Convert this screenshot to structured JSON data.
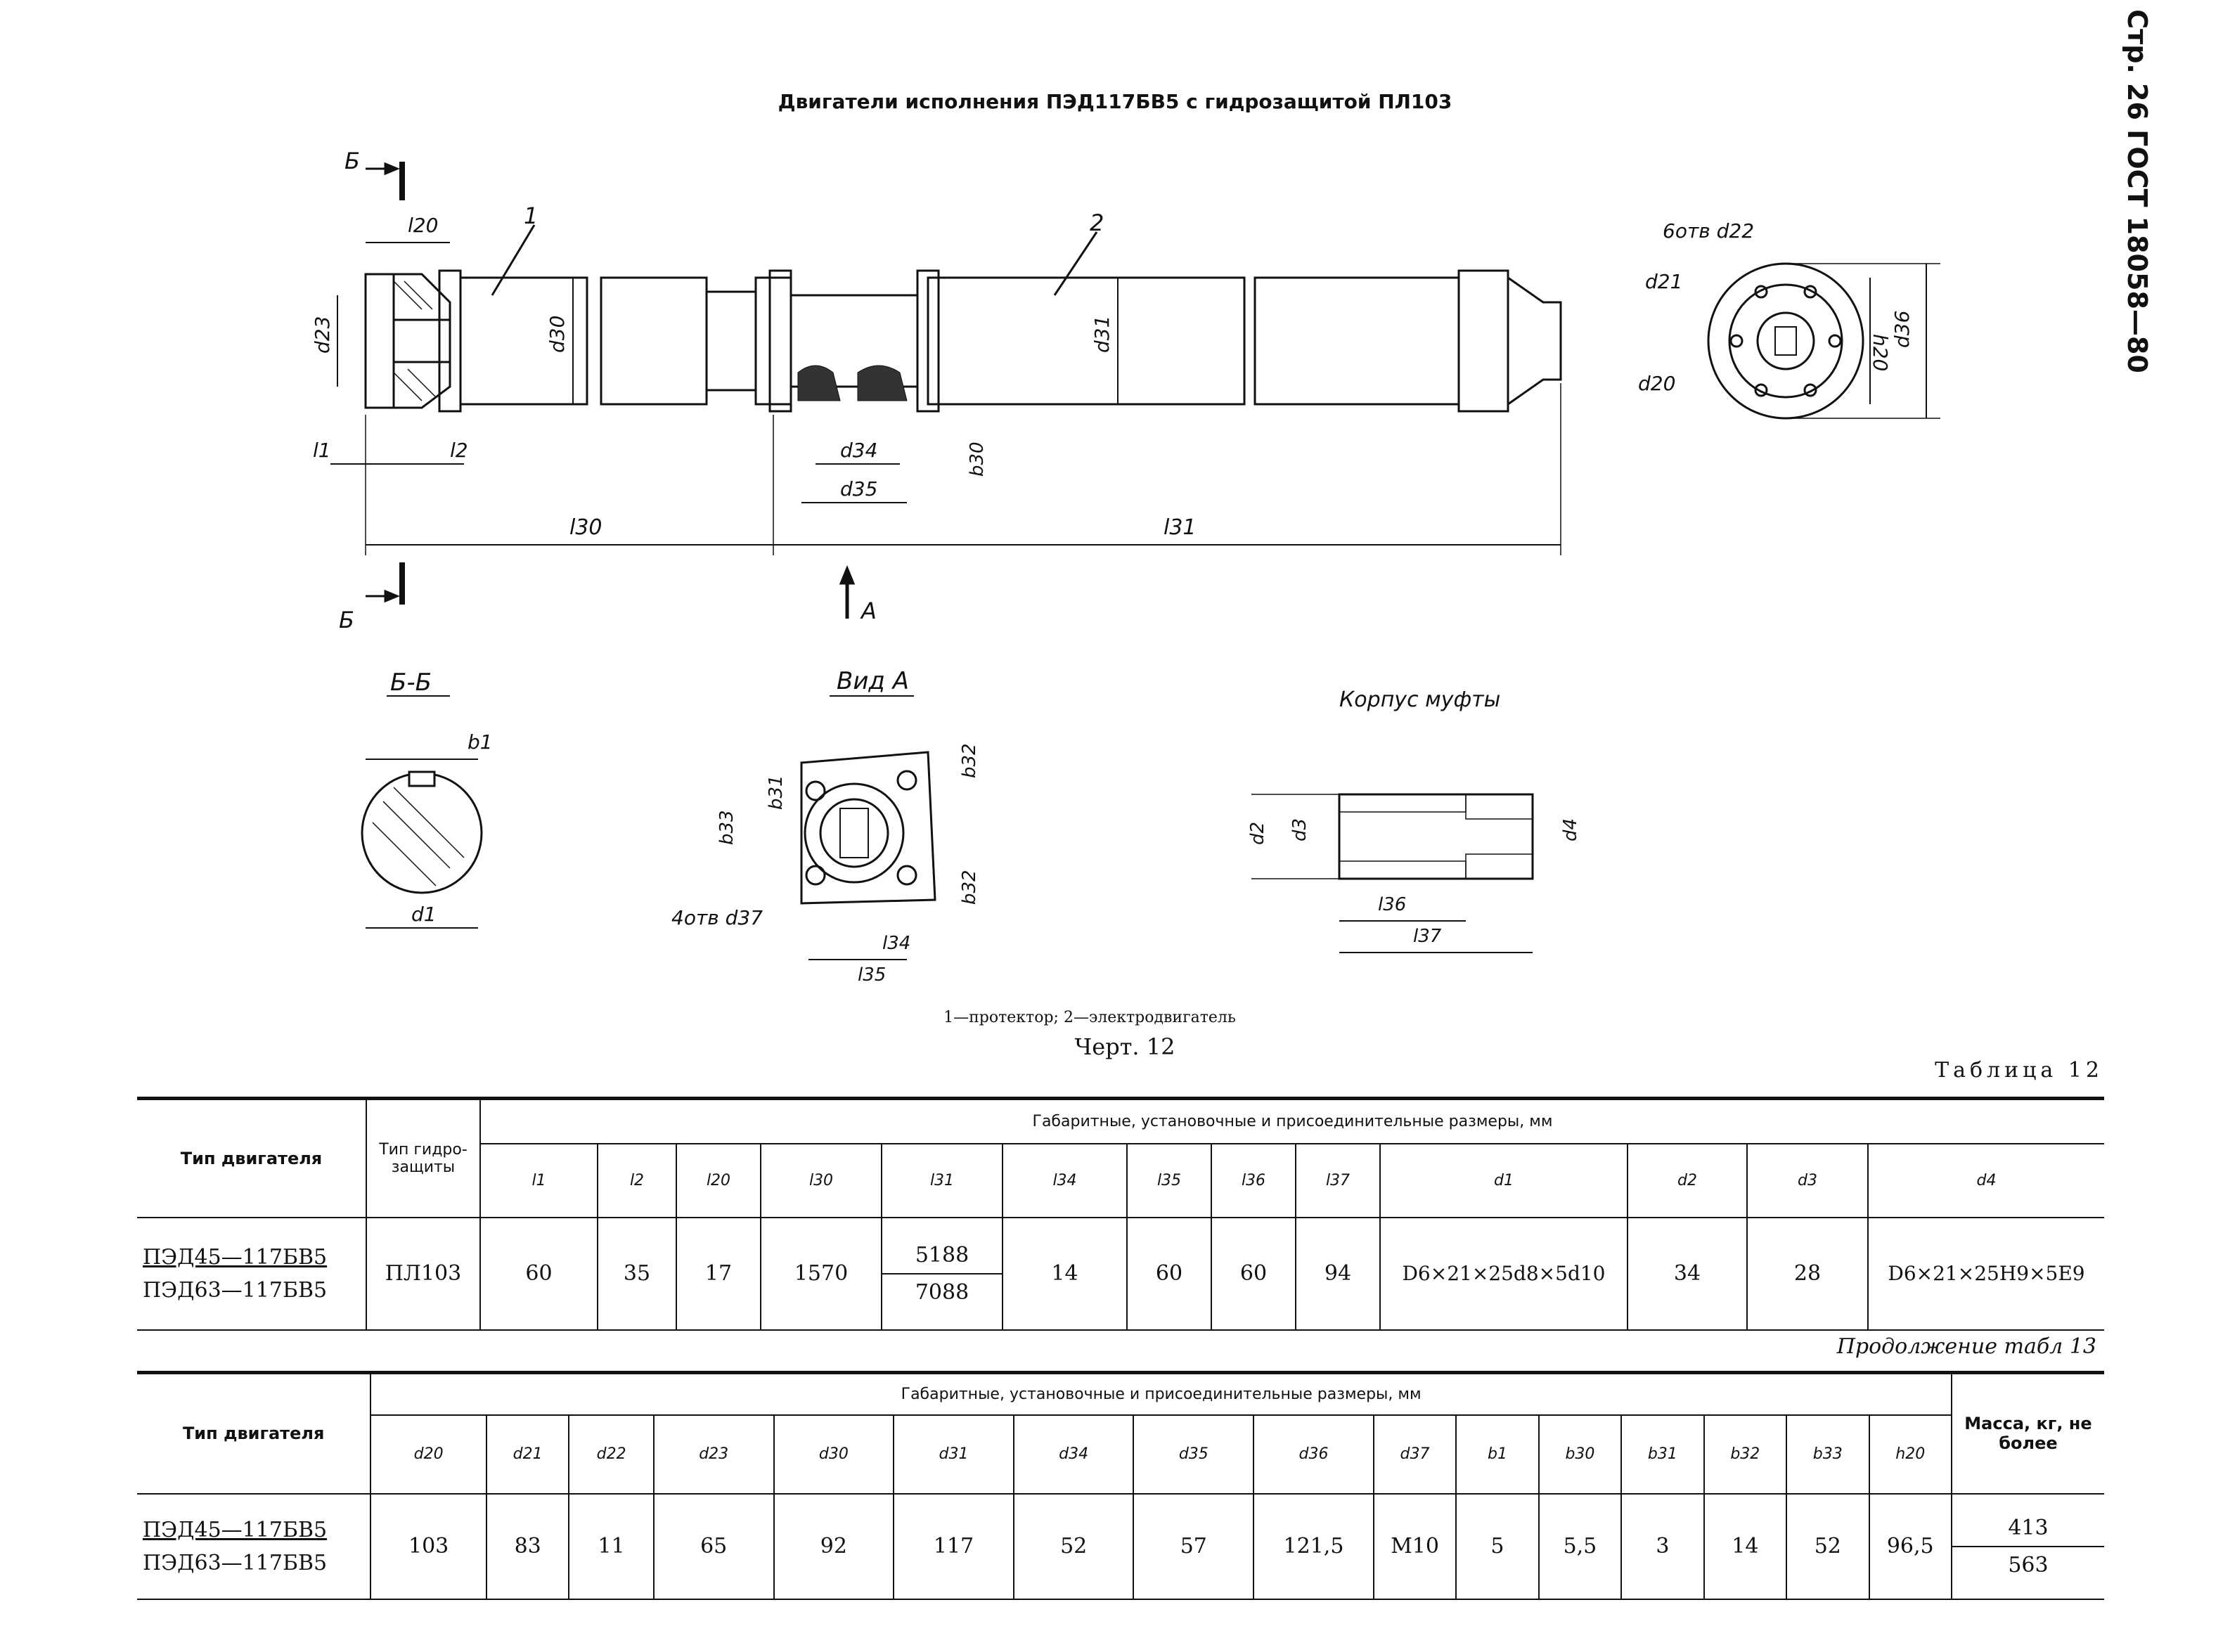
{
  "title": "Двигатели исполнения ПЭД117БВ5 с гидрозащитой ПЛ103",
  "side_header": "Стр. 26 ГОСТ 18058—80",
  "drawing": {
    "labels": {
      "b_mark": "Б",
      "a_mark": "А",
      "item1": "1",
      "item2": "2",
      "l20": "l20",
      "d23": "d23",
      "d30": "d30",
      "d31": "d31",
      "l1": "l1",
      "l2": "l2",
      "d34": "d34",
      "d35": "d35",
      "b30": "b30",
      "l30": "l30",
      "l31": "l31",
      "holes_d22": "6отв d22",
      "d21": "d21",
      "d20": "d20",
      "h20": "h20",
      "d36": "d36",
      "section_bb": "Б-Б",
      "b1": "b1",
      "d1": "d1",
      "view_a": "Вид А",
      "b32": "b32",
      "b31": "b31",
      "b33": "b33",
      "holes_d37": "4отв d37",
      "l34": "l34",
      "l35": "l35",
      "coupling": "Корпус муфты",
      "d2": "d2",
      "d3": "d3",
      "d4": "d4",
      "l36": "l36",
      "l37": "l37"
    }
  },
  "caption": "1—протектор; 2—электродвигатель",
  "figure": "Черт. 12",
  "table1": {
    "name": "Таблица 12",
    "col_engine": "Тип двигателя",
    "col_protection": "Тип гидро-защиты",
    "group_header": "Габаритные, установочные и присоединительные размеры, мм",
    "cols": [
      "l1",
      "l2",
      "l20",
      "l30",
      "l31",
      "l34",
      "l35",
      "l36",
      "l37",
      "d1",
      "d2",
      "d3",
      "d4"
    ],
    "engines": [
      "ПЭД45—117БВ5",
      "ПЭД63—117БВ5"
    ],
    "protection": "ПЛ103",
    "values": {
      "l1": "60",
      "l2": "35",
      "l20": "17",
      "l30": "1570",
      "l31_top": "5188",
      "l31_bottom": "7088",
      "l34": "14",
      "l35": "60",
      "l36": "60",
      "l37": "94",
      "d1": "D6×21×25d8×5d10",
      "d2": "34",
      "d3": "28",
      "d4": "D6×21×25H9×5E9"
    }
  },
  "table2": {
    "name": "Продолжение табл 13",
    "col_engine": "Тип двигателя",
    "group_header": "Габаритные, установочные и присоединительные размеры, мм",
    "col_mass": "Масса, кг, не более",
    "cols": [
      "d20",
      "d21",
      "d22",
      "d23",
      "d30",
      "d31",
      "d34",
      "d35",
      "d36",
      "d37",
      "b1",
      "b30",
      "b31",
      "b32",
      "b33",
      "h20"
    ],
    "engines": [
      "ПЭД45—117БВ5",
      "ПЭД63—117БВ5"
    ],
    "values": [
      "103",
      "83",
      "11",
      "65",
      "92",
      "117",
      "52",
      "57",
      "121,5",
      "М10",
      "5",
      "5,5",
      "3",
      "14",
      "52",
      "96,5"
    ],
    "mass_top": "413",
    "mass_bottom": "563"
  }
}
